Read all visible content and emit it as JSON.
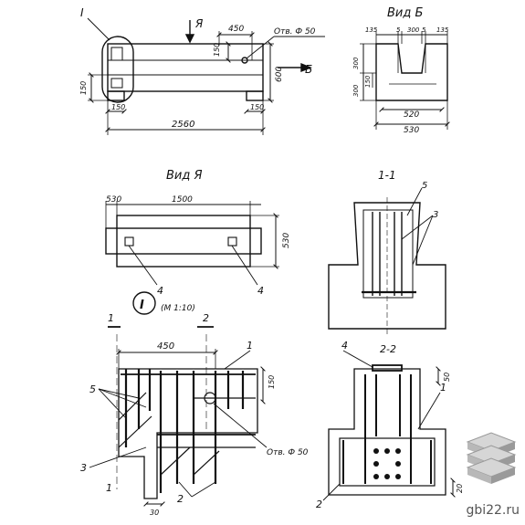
{
  "drawing": {
    "views": {
      "front": {
        "callout": "I",
        "section_mark": "Я",
        "view_arrow": "Б",
        "dims": {
          "hole_offset": "450",
          "hole_note": "Отв. Ф 50",
          "hole_height": "150",
          "height": "600",
          "left_height": "150",
          "left_bottom": "150",
          "right_bottom": "150",
          "length": "2560"
        }
      },
      "view_b": {
        "title": "Вид Б",
        "dims": {
          "top_left": "135",
          "gap_left": "5",
          "slot": "300",
          "gap_right": "5",
          "top_right": "135",
          "upper_h": "300",
          "lower_h": "300",
          "mid_h": "150",
          "inner_w": "520",
          "outer_w": "530"
        }
      },
      "view_a": {
        "title": "Вид Я",
        "dims": {
          "left_offset": "530",
          "span": "1500",
          "height": "530"
        },
        "labels": {
          "left_insert": "4",
          "right_insert": "4"
        }
      },
      "section_1": {
        "title": "1-1",
        "labels": {
          "bar5": "5",
          "bar3": "3"
        }
      },
      "detail": {
        "callout": "I",
        "scale": "(М 1:10)",
        "dims": {
          "width": "450",
          "right_h": "150",
          "bottom_step": "30"
        },
        "labels": {
          "cut_left": "1",
          "cut_right": "2",
          "bar1": "1",
          "bar5": "5",
          "bar3": "3",
          "cut_left_bottom": "1",
          "bar2": "2",
          "hole": "Отв. Ф 50"
        }
      },
      "section_2": {
        "title": "2-2",
        "labels": {
          "insert": "4",
          "bar1": "1",
          "bar2": "2"
        },
        "dims": {
          "top_h": "50",
          "bottom_h": "20"
        }
      }
    },
    "watermark": "gbi22.ru"
  }
}
